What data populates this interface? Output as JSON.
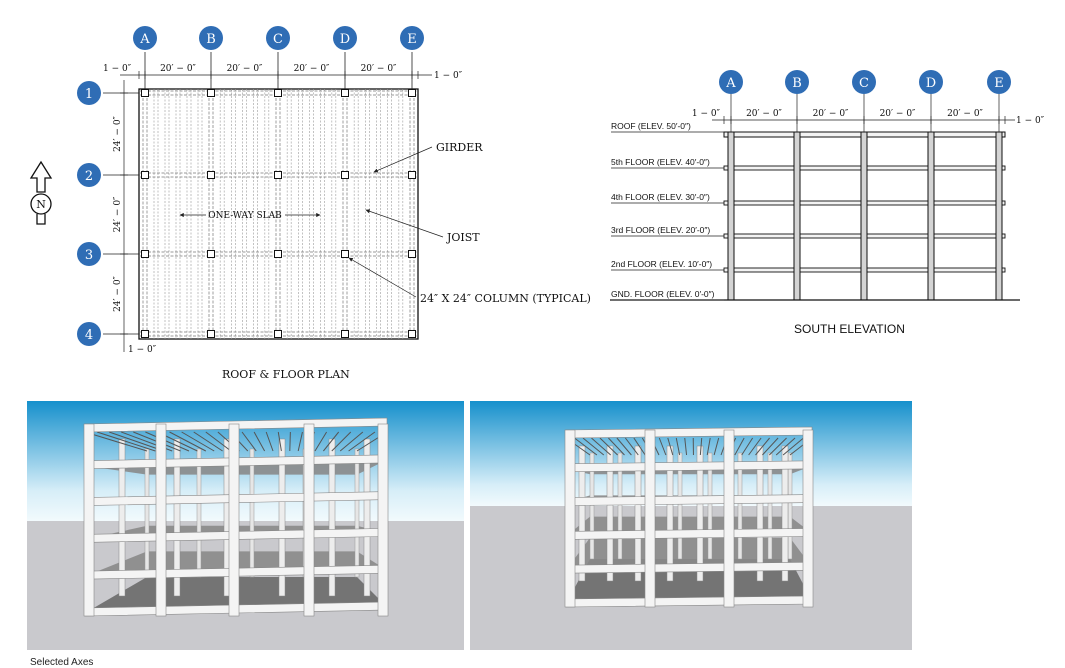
{
  "plan": {
    "grid_letters": [
      "A",
      "B",
      "C",
      "D",
      "E"
    ],
    "grid_numbers": [
      "1",
      "2",
      "3",
      "4"
    ],
    "bay_dims": [
      "20′ − 0″",
      "20′ − 0″",
      "20′ − 0″",
      "20′ − 0″"
    ],
    "edge_dim_left_top": "1 − 0″",
    "edge_dim_right_top": "1 − 0″",
    "edge_dim_bottom": "1 − 0″",
    "row_dims": [
      "24′ − 0″",
      "24′ − 0″",
      "24′ − 0″"
    ],
    "north_label": "N",
    "labels": {
      "girder": "GIRDER",
      "joist": "JOIST",
      "slab": "ONE-WAY SLAB",
      "column": "24″ X 24″ COLUMN (TYPICAL)"
    },
    "caption": "ROOF & FLOOR PLAN"
  },
  "elevation": {
    "grid_letters": [
      "A",
      "B",
      "C",
      "D",
      "E"
    ],
    "bay_dims": [
      "20′ − 0″",
      "20′ − 0″",
      "20′ − 0″",
      "20′ − 0″"
    ],
    "edge_dim_left": "1 − 0″",
    "edge_dim_right": "1 − 0″",
    "levels": [
      {
        "label": "ROOF (ELEV. 50′-0″)"
      },
      {
        "label": "5th FLOOR (ELEV. 40′-0″)"
      },
      {
        "label": "4th FLOOR (ELEV. 30′-0″)"
      },
      {
        "label": "3rd FLOOR (ELEV. 20′-0″)"
      },
      {
        "label": "2nd FLOOR (ELEV. 10′-0″)"
      },
      {
        "label": "GND. FLOOR (ELEV. 0′-0″)"
      }
    ],
    "caption": "SOUTH ELEVATION"
  },
  "colors": {
    "grid_bubble": "#2f6db5",
    "sky_top": "#1a9ad6",
    "sky_bottom": "#e9f6fc",
    "ground": "#c8c8cc",
    "slab_shadow": "#5a5a5a",
    "frame": "#f4f4f4"
  },
  "footer": "Selected Axes"
}
